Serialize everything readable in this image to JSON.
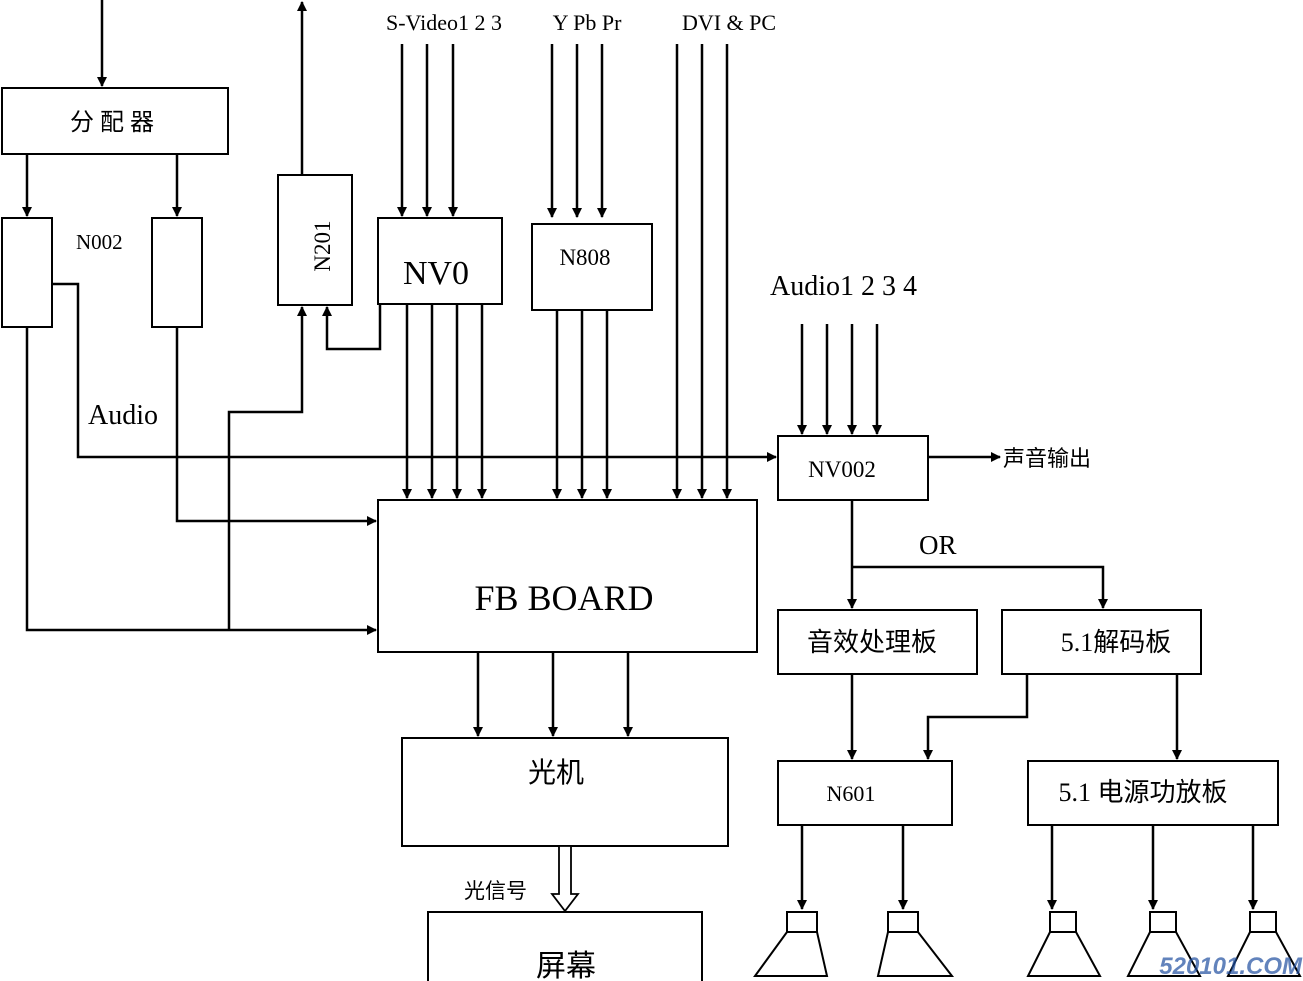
{
  "labels": {
    "splitter": "分 配 器",
    "n002": "N002",
    "n201": "N201",
    "nv0": "NV0",
    "n808": "N808",
    "svideo": "S-Video1 2 3",
    "ypbpr": "Y Pb Pr",
    "dvi_pc": "DVI & PC",
    "audio_inputs": "Audio1 2 3 4",
    "audio": "Audio",
    "nv002": "NV002",
    "sound_out": "声音输出",
    "or": "OR",
    "fb_board": "FB BOARD",
    "sound_effect_board": "音效处理板",
    "decoder_51": "5.1解码板",
    "optical_engine": "光机",
    "n601": "N601",
    "power_amp_51": "5.1 电源功放板",
    "optical_signal": "光信号",
    "screen": "屏幕"
  },
  "watermark": "520101.COM",
  "colors": {
    "line": "#000000",
    "watermark_red": "#c8102e",
    "watermark_blue": "#1f4fa0"
  }
}
